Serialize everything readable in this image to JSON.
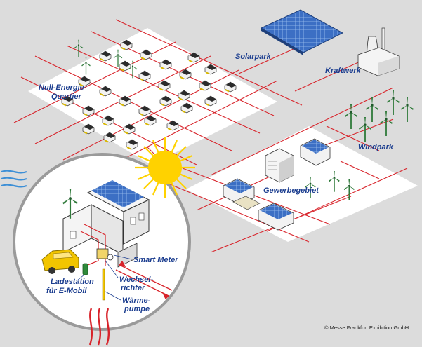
{
  "labels": {
    "solarpark": "Solarpark",
    "kraftwerk": "Kraftwerk",
    "quartier_line1": "Null-Energie-",
    "quartier_line2": "Quartier",
    "windpark": "Windpark",
    "gewerbegebiet": "Gewerbegebiet",
    "smart_meter": "Smart Meter",
    "wechselrichter_line1": "Wechsel-",
    "wechselrichter_line2": "richter",
    "ladestation_line1": "Ladestation",
    "ladestation_line2": "für E-Mobil",
    "waermepumpe_line1": "Wärme-",
    "waermepumpe_line2": "pumpe"
  },
  "copyright": "© Messe Frankfurt Exhibition GmbH",
  "colors": {
    "background": "#dcdcdc",
    "platform": "#ffffff",
    "grid_line": "#d8232a",
    "label": "#1b3d8f",
    "solar_panel": "#3c6fc4",
    "turbine": "#2f7a3a",
    "sun": "#ffd200",
    "car": "#f2c500",
    "water": "#3d8fd6"
  }
}
